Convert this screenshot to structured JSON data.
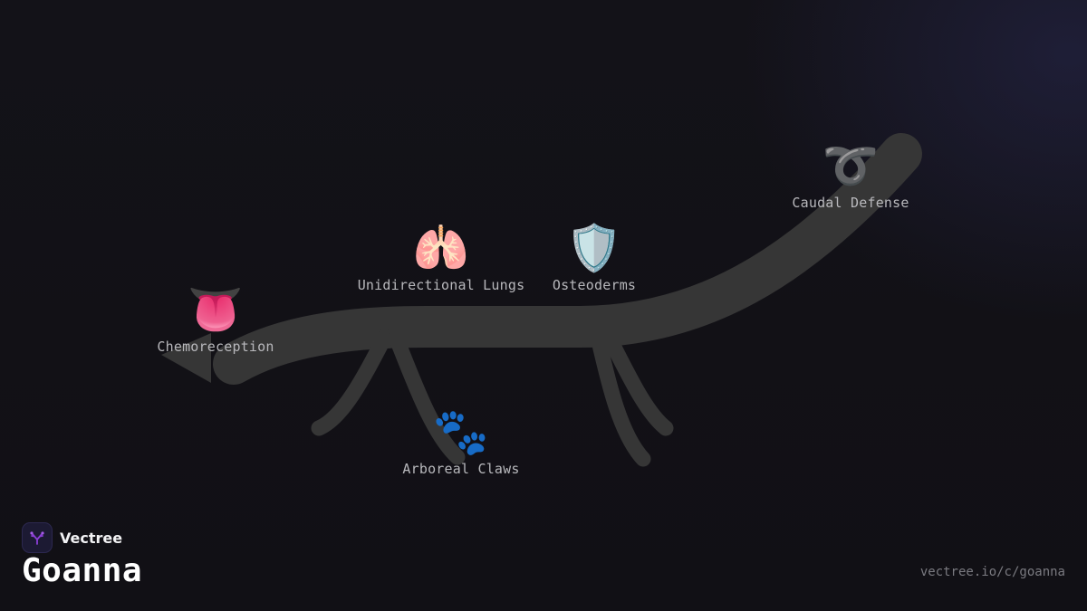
{
  "brand": {
    "name": "Vectree",
    "logo_icon": "branching-tree-logo-icon"
  },
  "title": "Goanna",
  "url": "vectree.io/c/goanna",
  "colors": {
    "background": "#121116",
    "silhouette": "#363636",
    "label": "#b8b8bc",
    "logo_accent": "#8b3fd6"
  },
  "traits": [
    {
      "emoji": "👅",
      "label": "Chemoreception",
      "icon": "tongue-icon"
    },
    {
      "emoji": "🫁",
      "label": "Unidirectional Lungs",
      "icon": "lungs-icon"
    },
    {
      "emoji": "🛡️",
      "label": "Osteoderms",
      "icon": "shield-icon"
    },
    {
      "emoji": "➰",
      "label": "Caudal Defense",
      "icon": "curly-loop-icon"
    },
    {
      "emoji": "🐾",
      "label": "Arboreal Claws",
      "icon": "paw-prints-icon"
    }
  ]
}
